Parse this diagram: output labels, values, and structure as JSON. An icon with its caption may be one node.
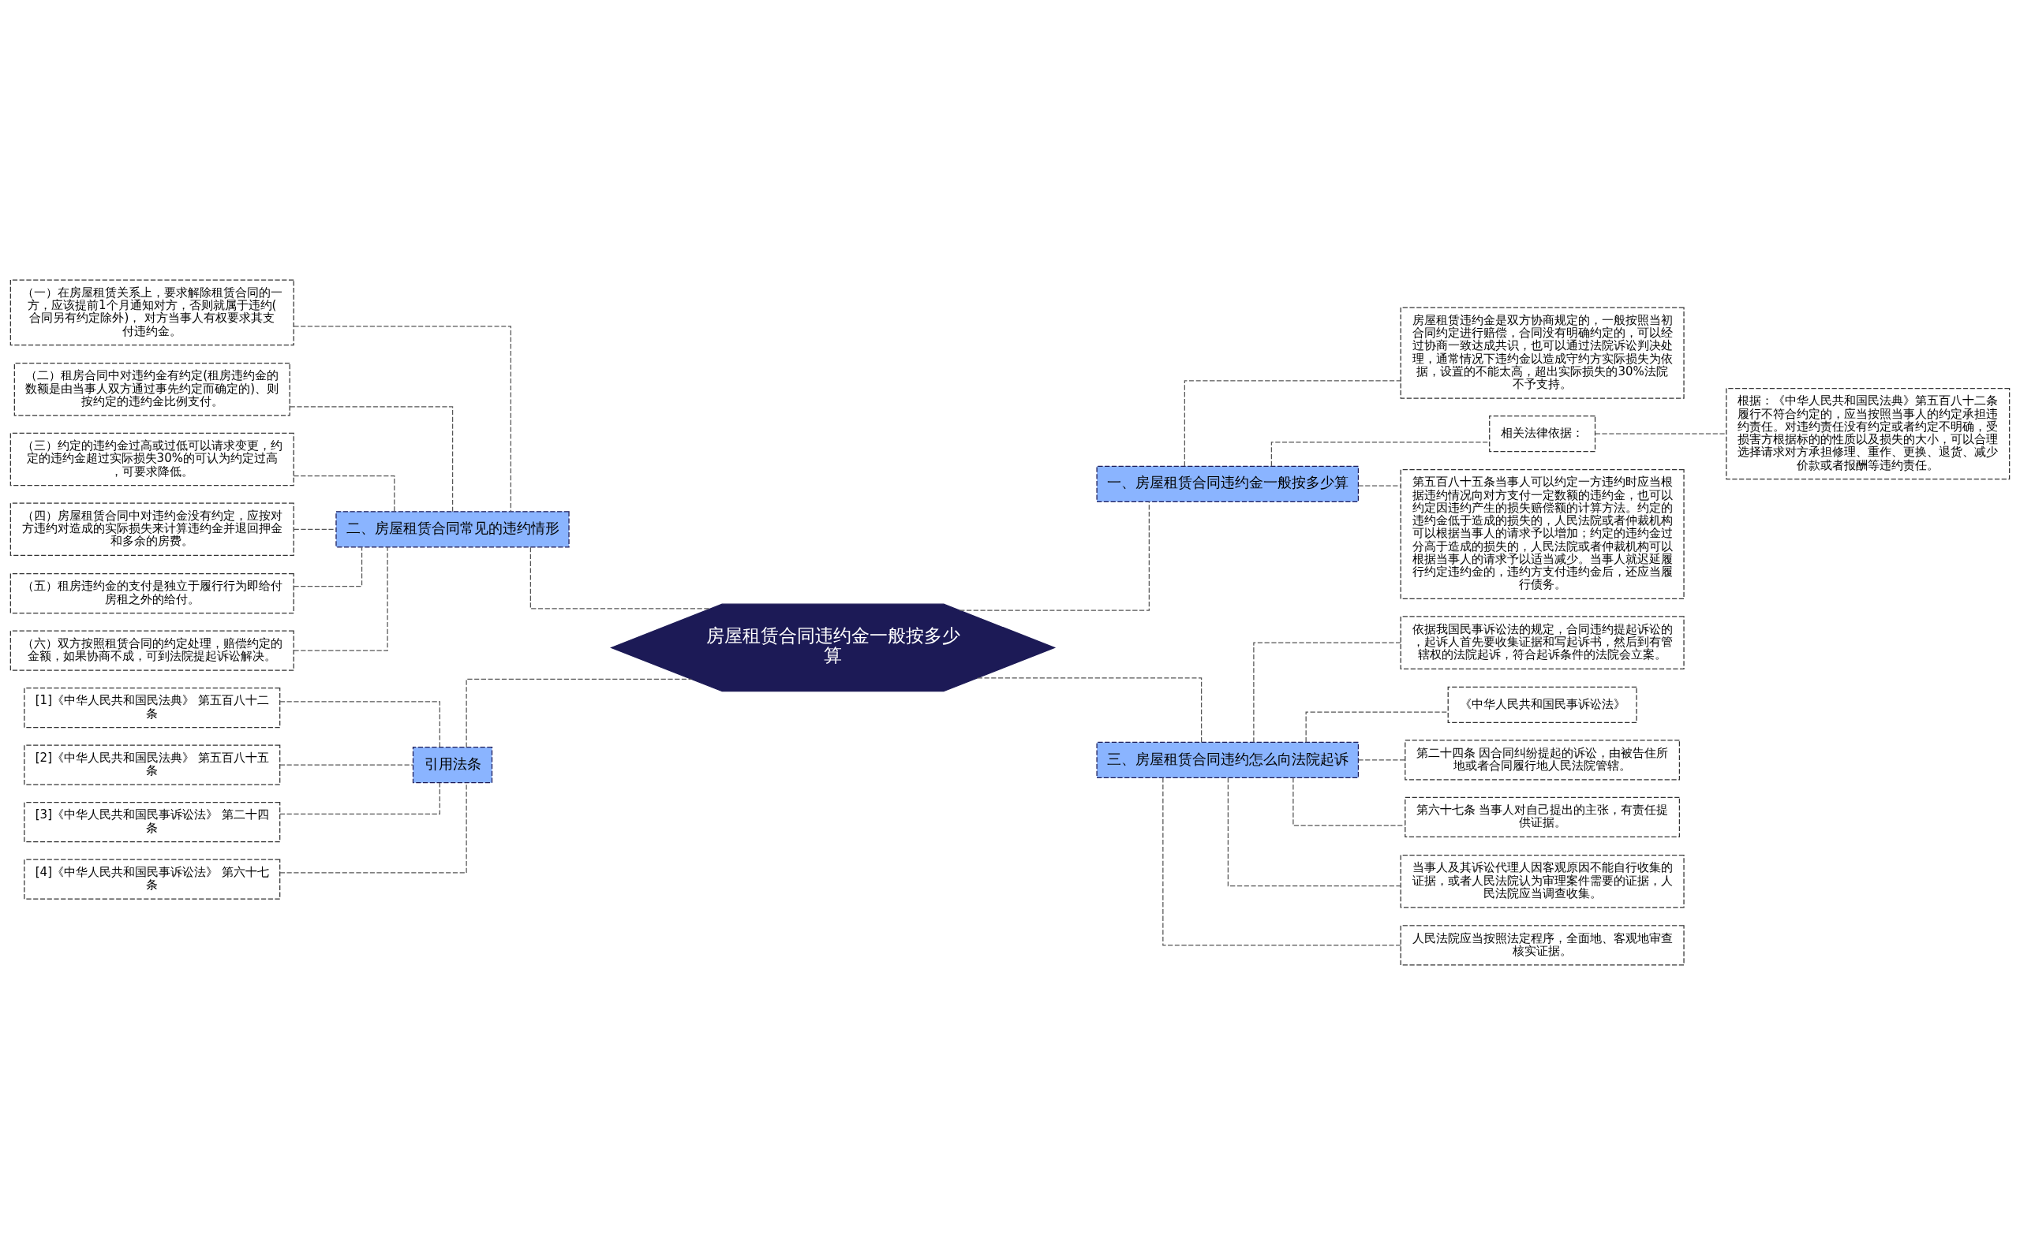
{
  "diagram": {
    "nodes": [
      {
        "text": [
          "房屋租赁合同违约金一般按多少算"
        ]
      },
      {
        "text": [
          "二、房屋租赁合同常见的违约情形"
        ]
      },
      {
        "text": [
          "（一）在房屋租赁关系上，要求解除租赁合同的一方，应该提前1个月通知对方，否则就属于违约(合同另有约定除外)， 对方当事人有权要求其支付违约金。"
        ]
      },
      {
        "text": [
          "（二）租房合同中对违约金有约定(租房违约金的数额是由当事人双方通过事先约定而确定的)、则按约定的违约金比例支付。"
        ]
      },
      {
        "text": [
          "（三）约定的违约金过高或过低可以请求变更，约定的违约金超过实际损失30%的可认为约定过高，可要求降低。"
        ]
      },
      {
        "text": [
          "（四）房屋租赁合同中对违约金没有约定，应按对方违约对造成的实际损失来计算违约金并退回押金和多余的房费。"
        ]
      },
      {
        "text": [
          "（五）租房违约金的支付是独立于履行行为即给付房租之外的给付。"
        ]
      },
      {
        "text": [
          "（六）双方按照租赁合同的约定处理，赔偿约定的金额，如果协商不成，可到法院提起诉讼解决。"
        ]
      },
      {
        "text": [
          "引用法条"
        ]
      },
      {
        "text": [
          "[1]《中华人民共和国民法典》 第五百八十二条"
        ]
      },
      {
        "text": [
          "[2]《中华人民共和国民法典》 第五百八十五条"
        ]
      },
      {
        "text": [
          "[3]《中华人民共和国民事诉讼法》 第二十四条"
        ]
      },
      {
        "text": [
          "[4]《中华人民共和国民事诉讼法》 第六十七条"
        ]
      },
      {
        "text": [
          "一、房屋租赁合同违约金一般按多少算"
        ]
      },
      {
        "text": [
          "房屋租赁违约金是双方协商规定的，一般按照当初合同约定进行赔偿，合同没有明确约定的，可以经过协商一致达成共识，也可以通过法院诉讼判决处理，通常情况下违约金以造成守约方实际损失为依据，设置的不能太高，超出实际损失的30%法院不予支持。"
        ]
      },
      {
        "text": [
          "相关法律依据："
        ]
      },
      {
        "text": [
          "根据：《中华人民共和国民法典》第五百八十二条履行不符合约定的，应当按照当事人的约定承担违约责任。对违约责任没有约定或者约定不明确，受损害方根据标的的性质以及损失的大小，可以合理选择请求对方承担修理、重作、更换、退货、减少价款或者报酬等违约责任。"
        ]
      },
      {
        "text": [
          "第五百八十五条当事人可以约定一方违约时应当根据违约情况向对方支付一定数额的违约金，也可以约定因违约产生的损失赔偿额的计算方法。约定的违约金低于造成的损失的，人民法院或者仲裁机构可以根据当事人的请求予以增加；约定的违约金过分高于造成的损失的，人民法院或者仲裁机构可以根据当事人的请求予以适当减少。当事人就迟延履行约定违约金的，违约方支付违约金后，还应当履行债务。"
        ]
      },
      {
        "text": [
          "三、房屋租赁合同违约怎么向法院起诉"
        ]
      },
      {
        "text": [
          "依据我国民事诉讼法的规定，合同违约提起诉讼的，起诉人首先要收集证据和写起诉书，然后到有管辖权的法院起诉，符合起诉条件的法院会立案。"
        ]
      },
      {
        "text": [
          "《中华人民共和国民事诉讼法》"
        ]
      },
      {
        "text": [
          "第二十四条 因合同纠纷提起的诉讼，由被告住所地或者合同履行地人民法院管辖。"
        ]
      },
      {
        "text": [
          "第六十七条 当事人对自己提出的主张，有责任提供证据。"
        ]
      },
      {
        "text": [
          "当事人及其诉讼代理人因客观原因不能自行收集的证据，或者人民法院认为审理案件需要的证据，人民法院应当调查收集。"
        ]
      },
      {
        "text": [
          "人民法院应当按照法定程序，全面地、客观地审查核实证据。"
        ]
      }
    ],
    "edges": [
      {
        "from": 0,
        "to": 1,
        "arrow": "none",
        "style": "dashed"
      },
      {
        "from": 1,
        "to": 2,
        "arrow": "none",
        "style": "dashed"
      },
      {
        "from": 1,
        "to": 3,
        "arrow": "none",
        "style": "dashed"
      },
      {
        "from": 1,
        "to": 4,
        "arrow": "none",
        "style": "dashed"
      },
      {
        "from": 1,
        "to": 5,
        "arrow": "none",
        "style": "dashed"
      },
      {
        "from": 1,
        "to": 6,
        "arrow": "none",
        "style": "dashed"
      },
      {
        "from": 1,
        "to": 7,
        "arrow": "none",
        "style": "dashed"
      },
      {
        "from": 0,
        "to": 8,
        "arrow": "none",
        "style": "dashed"
      },
      {
        "from": 8,
        "to": 9,
        "arrow": "none",
        "style": "dashed"
      },
      {
        "from": 8,
        "to": 10,
        "arrow": "none",
        "style": "dashed"
      },
      {
        "from": 8,
        "to": 11,
        "arrow": "none",
        "style": "dashed"
      },
      {
        "from": 8,
        "to": 12,
        "arrow": "none",
        "style": "dashed"
      },
      {
        "from": 0,
        "to": 13,
        "arrow": "none",
        "style": "dashed"
      },
      {
        "from": 13,
        "to": 14,
        "arrow": "none",
        "style": "dashed"
      },
      {
        "from": 13,
        "to": 15,
        "arrow": "none",
        "style": "dashed"
      },
      {
        "from": 15,
        "to": 16,
        "arrow": "none",
        "style": "dashed"
      },
      {
        "from": 13,
        "to": 17,
        "arrow": "none",
        "style": "dashed"
      },
      {
        "from": 0,
        "to": 18,
        "arrow": "none",
        "style": "dashed"
      },
      {
        "from": 18,
        "to": 19,
        "arrow": "none",
        "style": "dashed"
      },
      {
        "from": 18,
        "to": 20,
        "arrow": "none",
        "style": "dashed"
      },
      {
        "from": 18,
        "to": 21,
        "arrow": "none",
        "style": "dashed"
      },
      {
        "from": 18,
        "to": 22,
        "arrow": "none",
        "style": "dashed"
      },
      {
        "from": 18,
        "to": 23,
        "arrow": "none",
        "style": "dashed"
      },
      {
        "from": 18,
        "to": 24,
        "arrow": "none",
        "style": "dashed"
      }
    ]
  }
}
